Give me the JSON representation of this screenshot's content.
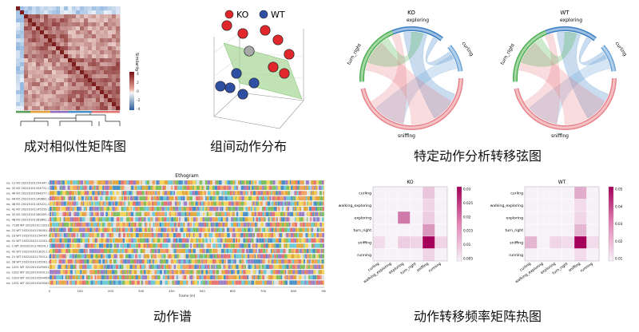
{
  "captions": {
    "similarity": "成对相似性矩阵图",
    "distribution": "组间动作分布",
    "chord": "特定动作分析转移弦图",
    "ethogram": "动作谱",
    "heatmap": "动作转移频率矩阵热图"
  },
  "similarity": {
    "colorbar_label": "Similarity",
    "colorbar_ticks": [
      "4",
      "2",
      "0",
      "-2",
      "-4"
    ]
  },
  "distribution": {
    "legend": [
      {
        "label": "KO",
        "color": "#e0282c"
      },
      {
        "label": "WT",
        "color": "#2e4fa3"
      }
    ]
  },
  "chord": {
    "ko": {
      "title": "KO",
      "labels": {
        "exploring": "exploring",
        "curling": "curling",
        "sniffing": "sniffing",
        "turn_right": "turn_right"
      }
    },
    "wt": {
      "title": "WT",
      "labels": {
        "exploring": "exploring",
        "curling": "curling",
        "sniffing": "sniffing",
        "turn_right": "turn_right"
      }
    },
    "colors": {
      "exploring": "#3a7ec5",
      "curling": "#6aa3d8",
      "sniffing": "#e8838a",
      "turn_right": "#4caf50"
    }
  },
  "ethogram": {
    "title": "Ethogram",
    "row_labels": [
      "no. 12 KO 20220101154347.1",
      "no. 32 KO 20220101104721.1",
      "no. 46 KO 20220101094577.1",
      "no. 44 KO 20220101140602.1",
      "no. 48 KO 20220101145221.1",
      "no. 42 KO 20220101145229.1",
      "no. 32 KO 20220101180205.1",
      "no. 48 KO 20220101183602.1",
      "no. 7138 WT 20220101132211.1",
      "no. 22 WT 20220101150001.1",
      "no. 23 WT 20220101154007.1",
      "no. 41 WT 20220101112501.1",
      "no. 1 WT 20220101170024.1",
      "no. 42 WT 20220101130511.1",
      "no. 21 WT 20220101175011.1",
      "no. 28 WT 20220101105001.1",
      "no. 1201 WT 20220101090510.1",
      "no. 1202 WT 20220101091116.1",
      "no. 1203 WT 20220101094540.1",
      "no. 1201 WT 20220101093422.1"
    ],
    "xlabel": "Frame (m)",
    "xticks": [
      "0",
      "100",
      "200",
      "300",
      "400",
      "500",
      "600",
      "700",
      "800",
      "900"
    ],
    "palette": [
      "#e3a83b",
      "#4a90c8",
      "#7fbf5f",
      "#e57373",
      "#f2d35b",
      "#9b7fc6",
      "#e0e0e0",
      "#6ecad6",
      "#f0a060"
    ]
  },
  "heatmap": {
    "ko_title": "KO",
    "wt_title": "WT",
    "rows": [
      "curling",
      "walking_exploring",
      "exploring",
      "turn_right",
      "sniffing",
      "running"
    ],
    "cols": [
      "curling",
      "walking_exploring",
      "exploring",
      "turn_right",
      "sniffing",
      "running"
    ],
    "ko_matrix": [
      [
        0,
        0,
        0,
        0,
        0.004,
        0
      ],
      [
        0,
        0,
        0,
        0,
        0.002,
        0
      ],
      [
        0,
        0,
        0.014,
        0,
        0.003,
        0
      ],
      [
        0,
        0,
        0,
        0,
        0.01,
        0
      ],
      [
        0.001,
        0,
        0.003,
        0.002,
        0.03,
        0.002
      ],
      [
        0,
        0,
        0,
        0,
        0.002,
        0
      ]
    ],
    "wt_matrix": [
      [
        0,
        0,
        0,
        0,
        0.012,
        0
      ],
      [
        0,
        0,
        0,
        0,
        0.002,
        0
      ],
      [
        0,
        0,
        0,
        0,
        0.003,
        0
      ],
      [
        0,
        0,
        0,
        0,
        0.01,
        0
      ],
      [
        0.01,
        0,
        0.003,
        0.002,
        0.05,
        0.002
      ],
      [
        0,
        0,
        0,
        0,
        0.002,
        0
      ]
    ],
    "ko_colorbar_ticks": [
      "0.03",
      "0.025",
      "0.02",
      "0.015",
      "0.01",
      "0.005"
    ],
    "wt_colorbar_ticks": [
      "0.05",
      "0.04",
      "0.03",
      "0.02",
      "0.01"
    ]
  }
}
